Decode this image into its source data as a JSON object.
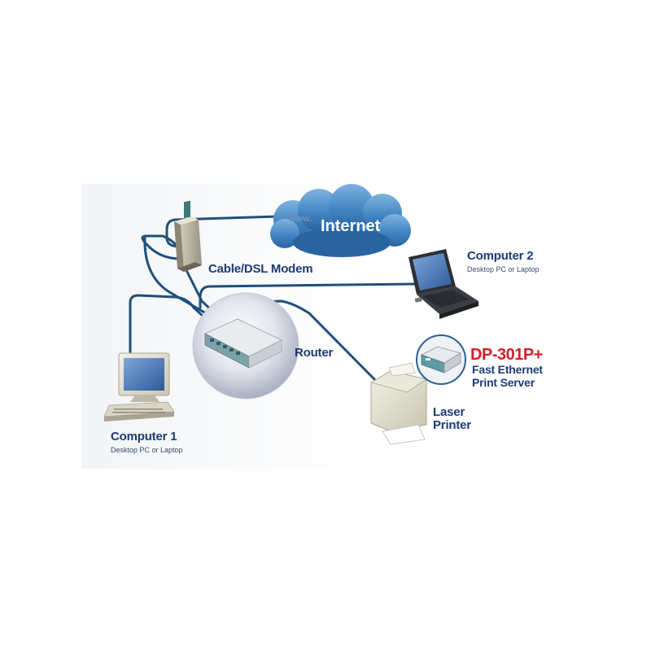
{
  "diagram": {
    "cloud": {
      "label": "Internet",
      "watermark": "www."
    },
    "nodes": {
      "modem": {
        "label": "Cable/DSL Modem"
      },
      "router": {
        "label": "Router"
      },
      "computer1": {
        "label": "Computer 1",
        "sublabel": "Desktop PC or Laptop"
      },
      "computer2": {
        "label": "Computer 2",
        "sublabel": "Desktop PC or Laptop"
      },
      "printer": {
        "label_line1": "Laser",
        "label_line2": "Printer"
      },
      "print_server": {
        "model": "DP-301P+",
        "desc_line1": "Fast Ethernet",
        "desc_line2": "Print Server"
      }
    },
    "colors": {
      "cable": "#1f4f7c",
      "cloud": "#4f8fc8",
      "label": "#1d3b74",
      "product": "#d3202a"
    }
  }
}
